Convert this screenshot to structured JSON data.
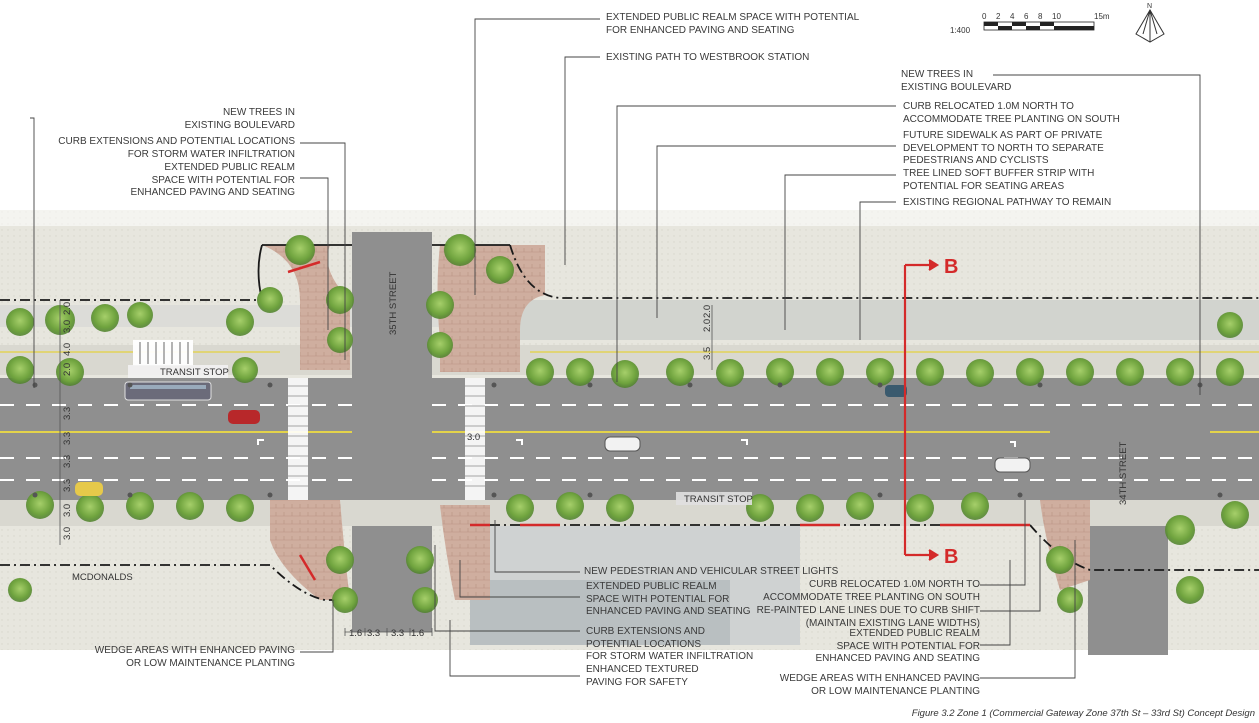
{
  "scale": {
    "ratio": "1:400",
    "ticks": [
      "0",
      "2",
      "4",
      "6",
      "8",
      "10",
      "15m"
    ],
    "north": "N"
  },
  "notes": {
    "top_center_1": [
      "EXTENDED PUBLIC REALM SPACE WITH POTENTIAL",
      "FOR ENHANCED PAVING AND SEATING"
    ],
    "top_center_2": [
      "EXISTING PATH TO WESTBROOK STATION"
    ],
    "left_1": [
      "NEW TREES IN",
      "EXISTING BOULEVARD"
    ],
    "left_2": [
      "CURB EXTENSIONS AND POTENTIAL LOCATIONS",
      "FOR STORM WATER INFILTRATION"
    ],
    "left_3": [
      "EXTENDED PUBLIC REALM",
      "SPACE WITH POTENTIAL FOR",
      "ENHANCED PAVING AND SEATING"
    ],
    "right_1": [
      "NEW TREES IN",
      "EXISTING BOULEVARD"
    ],
    "right_2": [
      "CURB RELOCATED 1.0m NORTH TO",
      "ACCOMMODATE TREE PLANTING ON SOUTH"
    ],
    "right_3": [
      "FUTURE SIDEWALK AS PART OF PRIVATE",
      "DEVELOPMENT TO NORTH TO SEPARATE",
      "PEDESTRIANS AND CYCLISTS"
    ],
    "right_4": [
      "TREE LINED SOFT BUFFER STRIP WITH",
      "POTENTIAL FOR SEATING AREAS"
    ],
    "right_5": [
      "EXISTING REGIONAL PATHWAY TO REMAIN"
    ],
    "bottom_left": [
      "WEDGE AREAS  WITH ENHANCED PAVING",
      "OR LOW MAINTENANCE PLANTING"
    ],
    "bottom_mid_1": [
      "NEW PEDESTRIAN AND VEHICULAR STREET LIGHTS"
    ],
    "bottom_mid_2": [
      "EXTENDED PUBLIC REALM",
      "SPACE WITH POTENTIAL FOR",
      "ENHANCED PAVING AND SEATING"
    ],
    "bottom_mid_3": [
      "CURB EXTENSIONS AND",
      "POTENTIAL LOCATIONS",
      "FOR STORM WATER INFILTRATION"
    ],
    "bottom_mid_4": [
      "ENHANCED TEXTURED",
      "PAVING FOR SAFETY"
    ],
    "bottom_right_1": [
      "CURB RELOCATED 1.0m NORTH TO",
      "ACCOMMODATE TREE PLANTING ON SOUTH"
    ],
    "bottom_right_2": [
      "RE-PAINTED LANE LINES DUE TO CURB SHIFT",
      "(MAINTAIN EXISTING LANE WIDTHS)"
    ],
    "bottom_right_3": [
      "EXTENDED PUBLIC REALM",
      "SPACE WITH POTENTIAL FOR",
      "ENHANCED PAVING AND SEATING"
    ],
    "bottom_right_4": [
      "WEDGE AREAS  WITH ENHANCED PAVING",
      "OR LOW MAINTENANCE PLANTING"
    ]
  },
  "plan_labels": {
    "street_35": "35TH STREET",
    "street_34": "34TH STREET",
    "transit_stop_north": "TRANSIT STOP",
    "transit_stop_south": "TRANSIT STOP",
    "mcdonalds": "MCDONALDS",
    "section_marker": "B"
  },
  "dimensions": {
    "left_vertical": [
      "2.0",
      "3.0",
      "4.0",
      "2.0",
      "3.3",
      "3.3",
      "3.3",
      "3.3",
      "3.0",
      "3.0"
    ],
    "mid_vertical": [
      "3.5",
      "2.0",
      "2.0"
    ],
    "crosswalk_width": "3.0",
    "bottom_horizontal": [
      "1.6",
      "3.3",
      "3.3",
      "1.6"
    ]
  },
  "caption": "Figure 3.2 Zone 1 (Commercial Gateway Zone 37th St – 33rd St) Concept Design",
  "colors": {
    "road": "#8d8d8d",
    "paving": "#c9a89a",
    "tree": "#7fb04a",
    "section_red": "#d42a2a",
    "ground": "#e9e7df"
  }
}
